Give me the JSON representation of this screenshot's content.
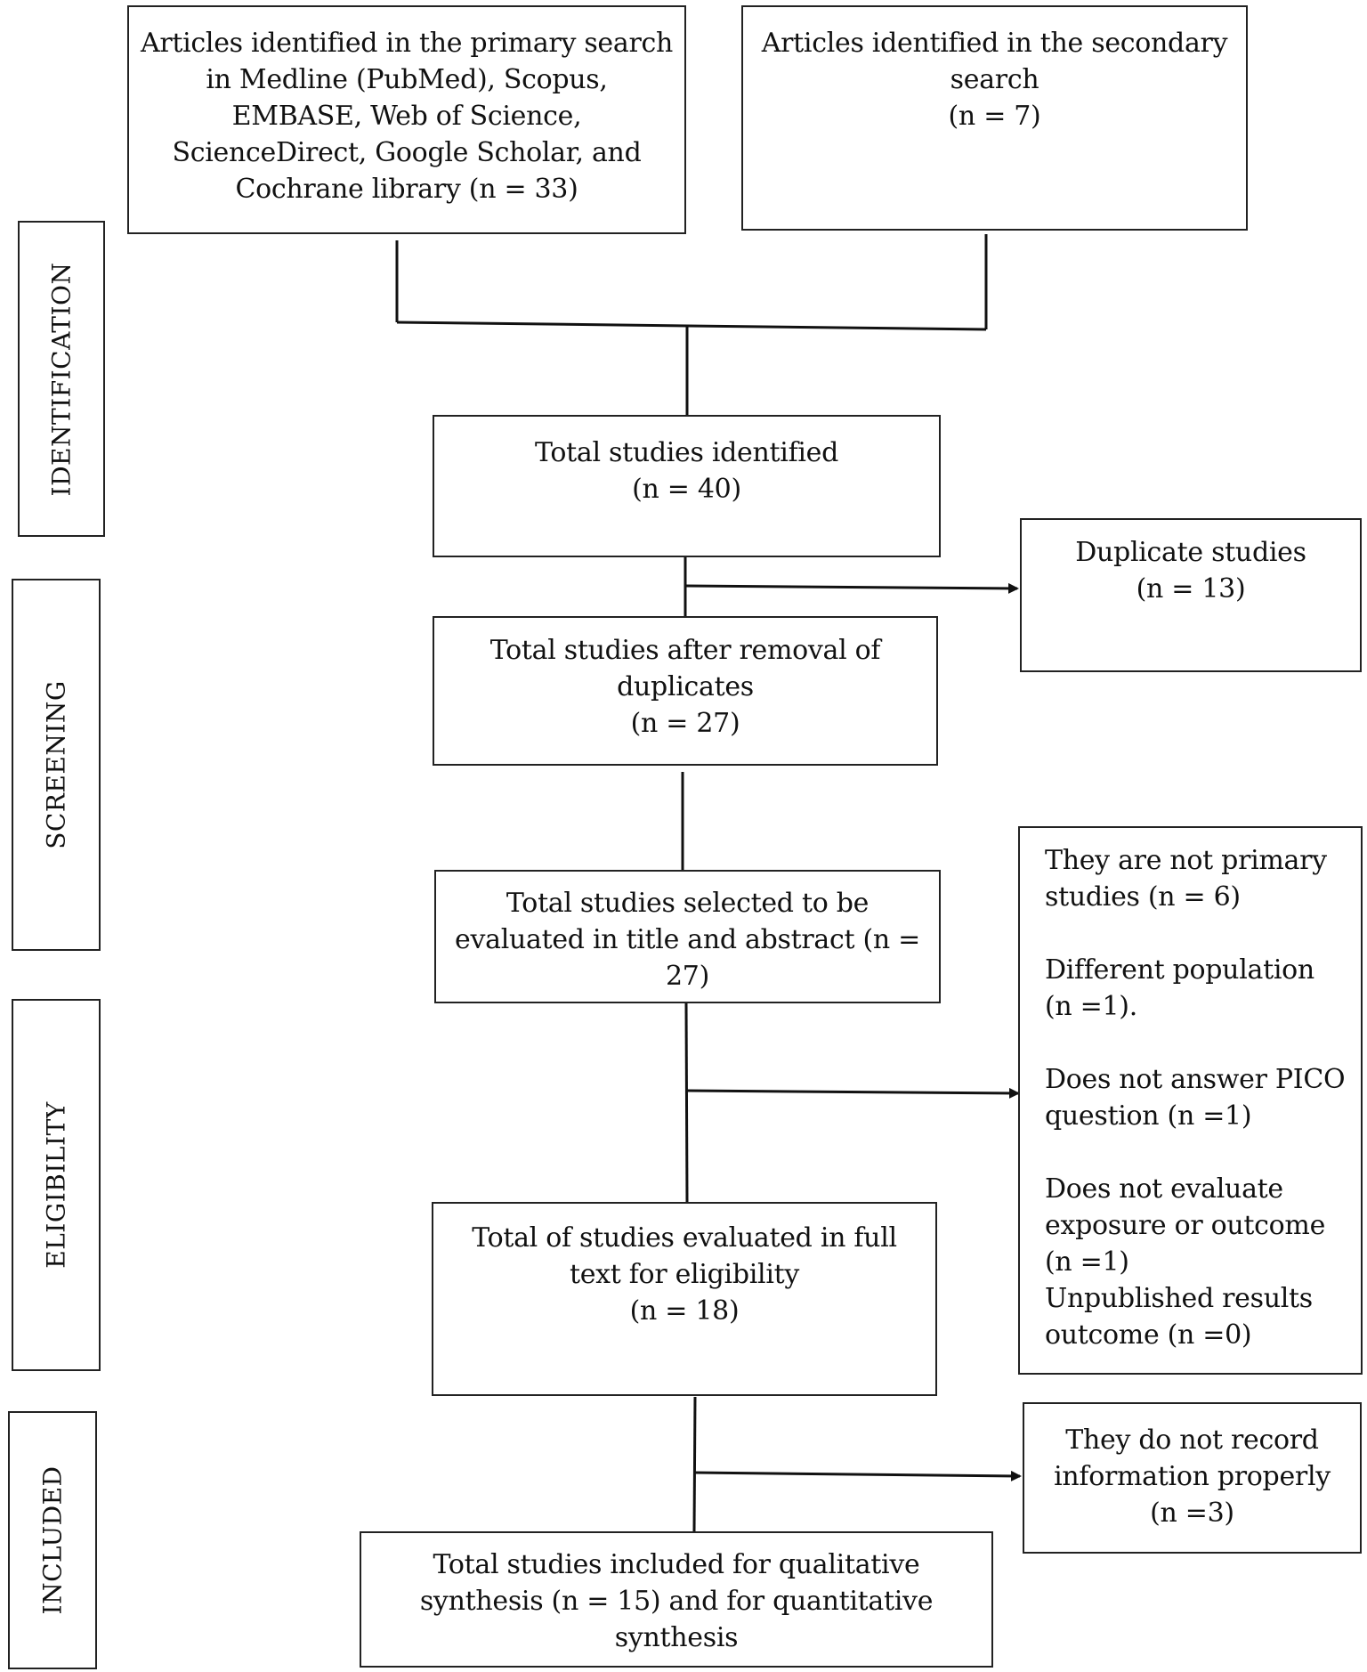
{
  "stages": {
    "identification": "IDENTIFICATION",
    "screening": "SCREENING",
    "eligibility": "ELIGIBILITY",
    "included": "INCLUDED"
  },
  "boxes": {
    "primary_search": {
      "lines": [
        "Articles identified in the primary search",
        "in Medline (PubMed), Scopus,",
        "EMBASE, Web of Science,",
        "ScienceDirect, Google Scholar, and",
        "Cochrane library (n = 33)"
      ]
    },
    "secondary_search": {
      "lines": [
        "Articles identified in the secondary",
        "search",
        "(n = 7)"
      ]
    },
    "total_identified": {
      "lines": [
        "Total studies identified",
        "(n = 40)"
      ]
    },
    "duplicates": {
      "lines": [
        "Duplicate studies",
        "(n = 13)"
      ]
    },
    "after_removal": {
      "lines": [
        "Total studies after removal of",
        "duplicates",
        "(n = 27)"
      ]
    },
    "title_abstract": {
      "lines": [
        "Total studies selected to be",
        "evaluated in title and abstract (n =",
        "27)"
      ]
    },
    "exclusions": {
      "not_primary": "They are not primary studies (n = 6)",
      "different_population": "Different population (n =1).",
      "no_pico": "Does not answer PICO question (n =1)",
      "no_exposure": "Does not evaluate exposure or outcome (n =1)",
      "unpublished": "Unpublished results outcome (n =0)"
    },
    "full_text": {
      "lines": [
        "Total of studies evaluated in full",
        "text for eligibility",
        "(n = 18)"
      ]
    },
    "not_recorded": {
      "lines": [
        "They do not record",
        "information properly",
        "(n =3)"
      ]
    },
    "included_final": {
      "lines": [
        "Total studies included for qualitative",
        "synthesis (n = 15) and for quantitative",
        "synthesis"
      ]
    }
  }
}
